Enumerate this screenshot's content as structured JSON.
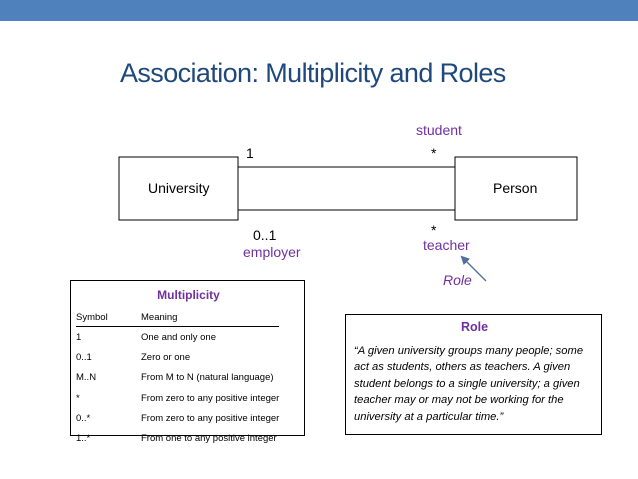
{
  "title": "Association: Multiplicity and Roles",
  "diagram": {
    "class_left": "University",
    "class_right": "Person",
    "multiplicity_top_left": "1",
    "multiplicity_top_right": "*",
    "multiplicity_bottom_left": "0..1",
    "multiplicity_bottom_right": "*",
    "role_student": "student",
    "role_employer": "employer",
    "role_teacher": "teacher",
    "role_callout": "Role"
  },
  "multiplicity_table": {
    "title": "Multiplicity",
    "headers": [
      "Symbol",
      "Meaning"
    ],
    "rows": [
      [
        "1",
        "One and only one"
      ],
      [
        "0..1",
        "Zero or one"
      ],
      [
        "M..N",
        "From M to N (natural language)"
      ],
      [
        "*",
        "From zero to any positive integer"
      ],
      [
        "0..*",
        "From zero to any positive integer"
      ],
      [
        "1..*",
        "From one to any positive integer"
      ]
    ]
  },
  "role_box": {
    "title": "Role",
    "text": "“A given university groups many people; some act as students, others as teachers. A given student belongs to a single university; a given teacher may or may not be working for the university at a particular time.”"
  },
  "colors": {
    "top_bar": "#4f81bd",
    "title": "#1f497d",
    "role_labels": "#7030a0",
    "arrow": "#4f6fa0"
  }
}
